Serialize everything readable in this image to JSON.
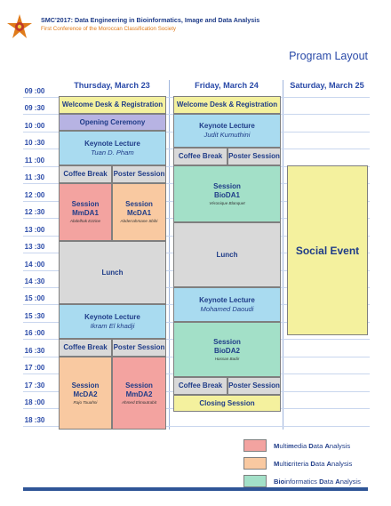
{
  "header": {
    "title": "SMC'2017: Data Engineering in Bioinformatics, Image and Data Analysis",
    "subtitle": "First Conference of the Moroccan Classification Society",
    "page_title": "Program Layout"
  },
  "times": [
    "09 :00",
    "09 :30",
    "10 :00",
    "10 :30",
    "11 :00",
    "11 :30",
    "12 :00",
    "12 :30",
    "13 :00",
    "13 :30",
    "14 :00",
    "14 :30",
    "15 :00",
    "15 :30",
    "16 :00",
    "16 :30",
    "17 :00",
    "17 :30",
    "18 :00",
    "18 :30"
  ],
  "days": {
    "thursday": "Thursday, March 23",
    "friday": "Friday, March 24",
    "saturday": "Saturday, March 25"
  },
  "thursday": {
    "welcome": "Welcome Desk & Registration",
    "opening": "Opening Ceremony",
    "keynote1": {
      "title": "Keynote Lecture",
      "speaker": "Tuan D. Pham"
    },
    "coffee1": "Coffee Break",
    "poster1": "Poster Session",
    "mmda1": {
      "title": "Session",
      "code": "MmDA1",
      "chair": "Abdelhak Ezzine"
    },
    "mcda1": {
      "title": "Session",
      "code": "McDA1",
      "chair": "Abderrahmane Sbihi"
    },
    "lunch": "Lunch",
    "keynote2": {
      "title": "Keynote Lecture",
      "speaker": "Ikram El khadji"
    },
    "coffee2": "Coffee Break",
    "poster2": "Poster Session",
    "mcda2": {
      "title": "Session",
      "code": "McDA2",
      "chair": "Rajo Touahni"
    },
    "mmda2": {
      "title": "Session",
      "code": "MmDA2",
      "chair": "Ahmed Elmoutrabit"
    }
  },
  "friday": {
    "welcome": "Welcome Desk & Registration",
    "keynote1": {
      "title": "Keynote Lecture",
      "speaker": "Judit Kumuthini"
    },
    "coffee1": "Coffee Break",
    "poster1": "Poster Session",
    "bioda1": {
      "title": "Session",
      "code": "BioDA1",
      "chair": "Véronique Blanquet"
    },
    "lunch": "Lunch",
    "keynote2": {
      "title": "Keynote Lecture",
      "speaker": "Mohamed Daoudi"
    },
    "bioda2": {
      "title": "Session",
      "code": "BioDA2",
      "chair": "Hassan Badir"
    },
    "coffee2": "Coffee Break",
    "poster2": "Poster Session",
    "closing": "Closing Session"
  },
  "saturday": {
    "social": "Social Event"
  },
  "legend": [
    {
      "bold": "M",
      "rest": "ulti",
      "bold2": "m",
      "rest2": "edia ",
      "bold3": "D",
      "rest3": "ata ",
      "bold4": "A",
      "rest4": "nalysis",
      "color": "#f3a3a0"
    },
    {
      "bold": "M",
      "rest": "ulti",
      "bold2": "c",
      "rest2": "riteria ",
      "bold3": "D",
      "rest3": "ata ",
      "bold4": "A",
      "rest4": "nalysis",
      "color": "#f9c9a1"
    },
    {
      "bold": "Bio",
      "rest": "informatics ",
      "bold2": "",
      "rest2": "",
      "bold3": "D",
      "rest3": "ata ",
      "bold4": "A",
      "rest4": "nalysis",
      "color": "#a3e0c8"
    }
  ]
}
